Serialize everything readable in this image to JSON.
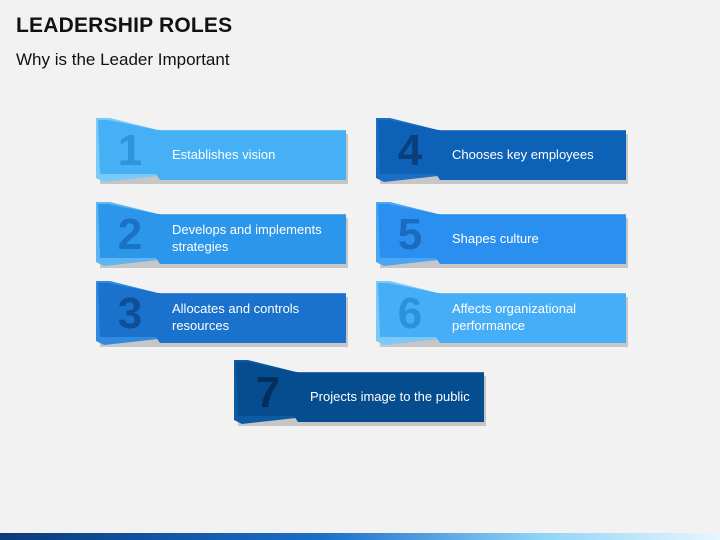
{
  "slide": {
    "title": "LEADERSHIP ROLES",
    "subtitle": "Why is the Leader Important"
  },
  "roles": [
    {
      "number": "1",
      "label": "Establishes vision",
      "color": "#45b0f5",
      "tab_color": "#7ccaf8",
      "num_color": "#2e95d8"
    },
    {
      "number": "2",
      "label": "Develops and implements strategies",
      "color": "#2b96ea",
      "tab_color": "#5db5f2",
      "num_color": "#1a73c2"
    },
    {
      "number": "3",
      "label": "Allocates and controls resources",
      "color": "#1a72cc",
      "tab_color": "#2f8ae0",
      "num_color": "#0e4f98"
    },
    {
      "number": "4",
      "label": "Chooses key employees",
      "color": "#0d62b8",
      "tab_color": "#1a6fc4",
      "num_color": "#0a3f7c"
    },
    {
      "number": "5",
      "label": "Shapes culture",
      "color": "#2b8ff0",
      "tab_color": "#4aa6f4",
      "num_color": "#1a6cc0"
    },
    {
      "number": "6",
      "label": "Affects organizational performance",
      "color": "#45aef6",
      "tab_color": "#7cc8f8",
      "num_color": "#2a92da"
    },
    {
      "number": "7",
      "label": "Projects image to the public",
      "color": "#064d8f",
      "tab_color": "#0d5aa2",
      "num_color": "#032e5a"
    }
  ]
}
